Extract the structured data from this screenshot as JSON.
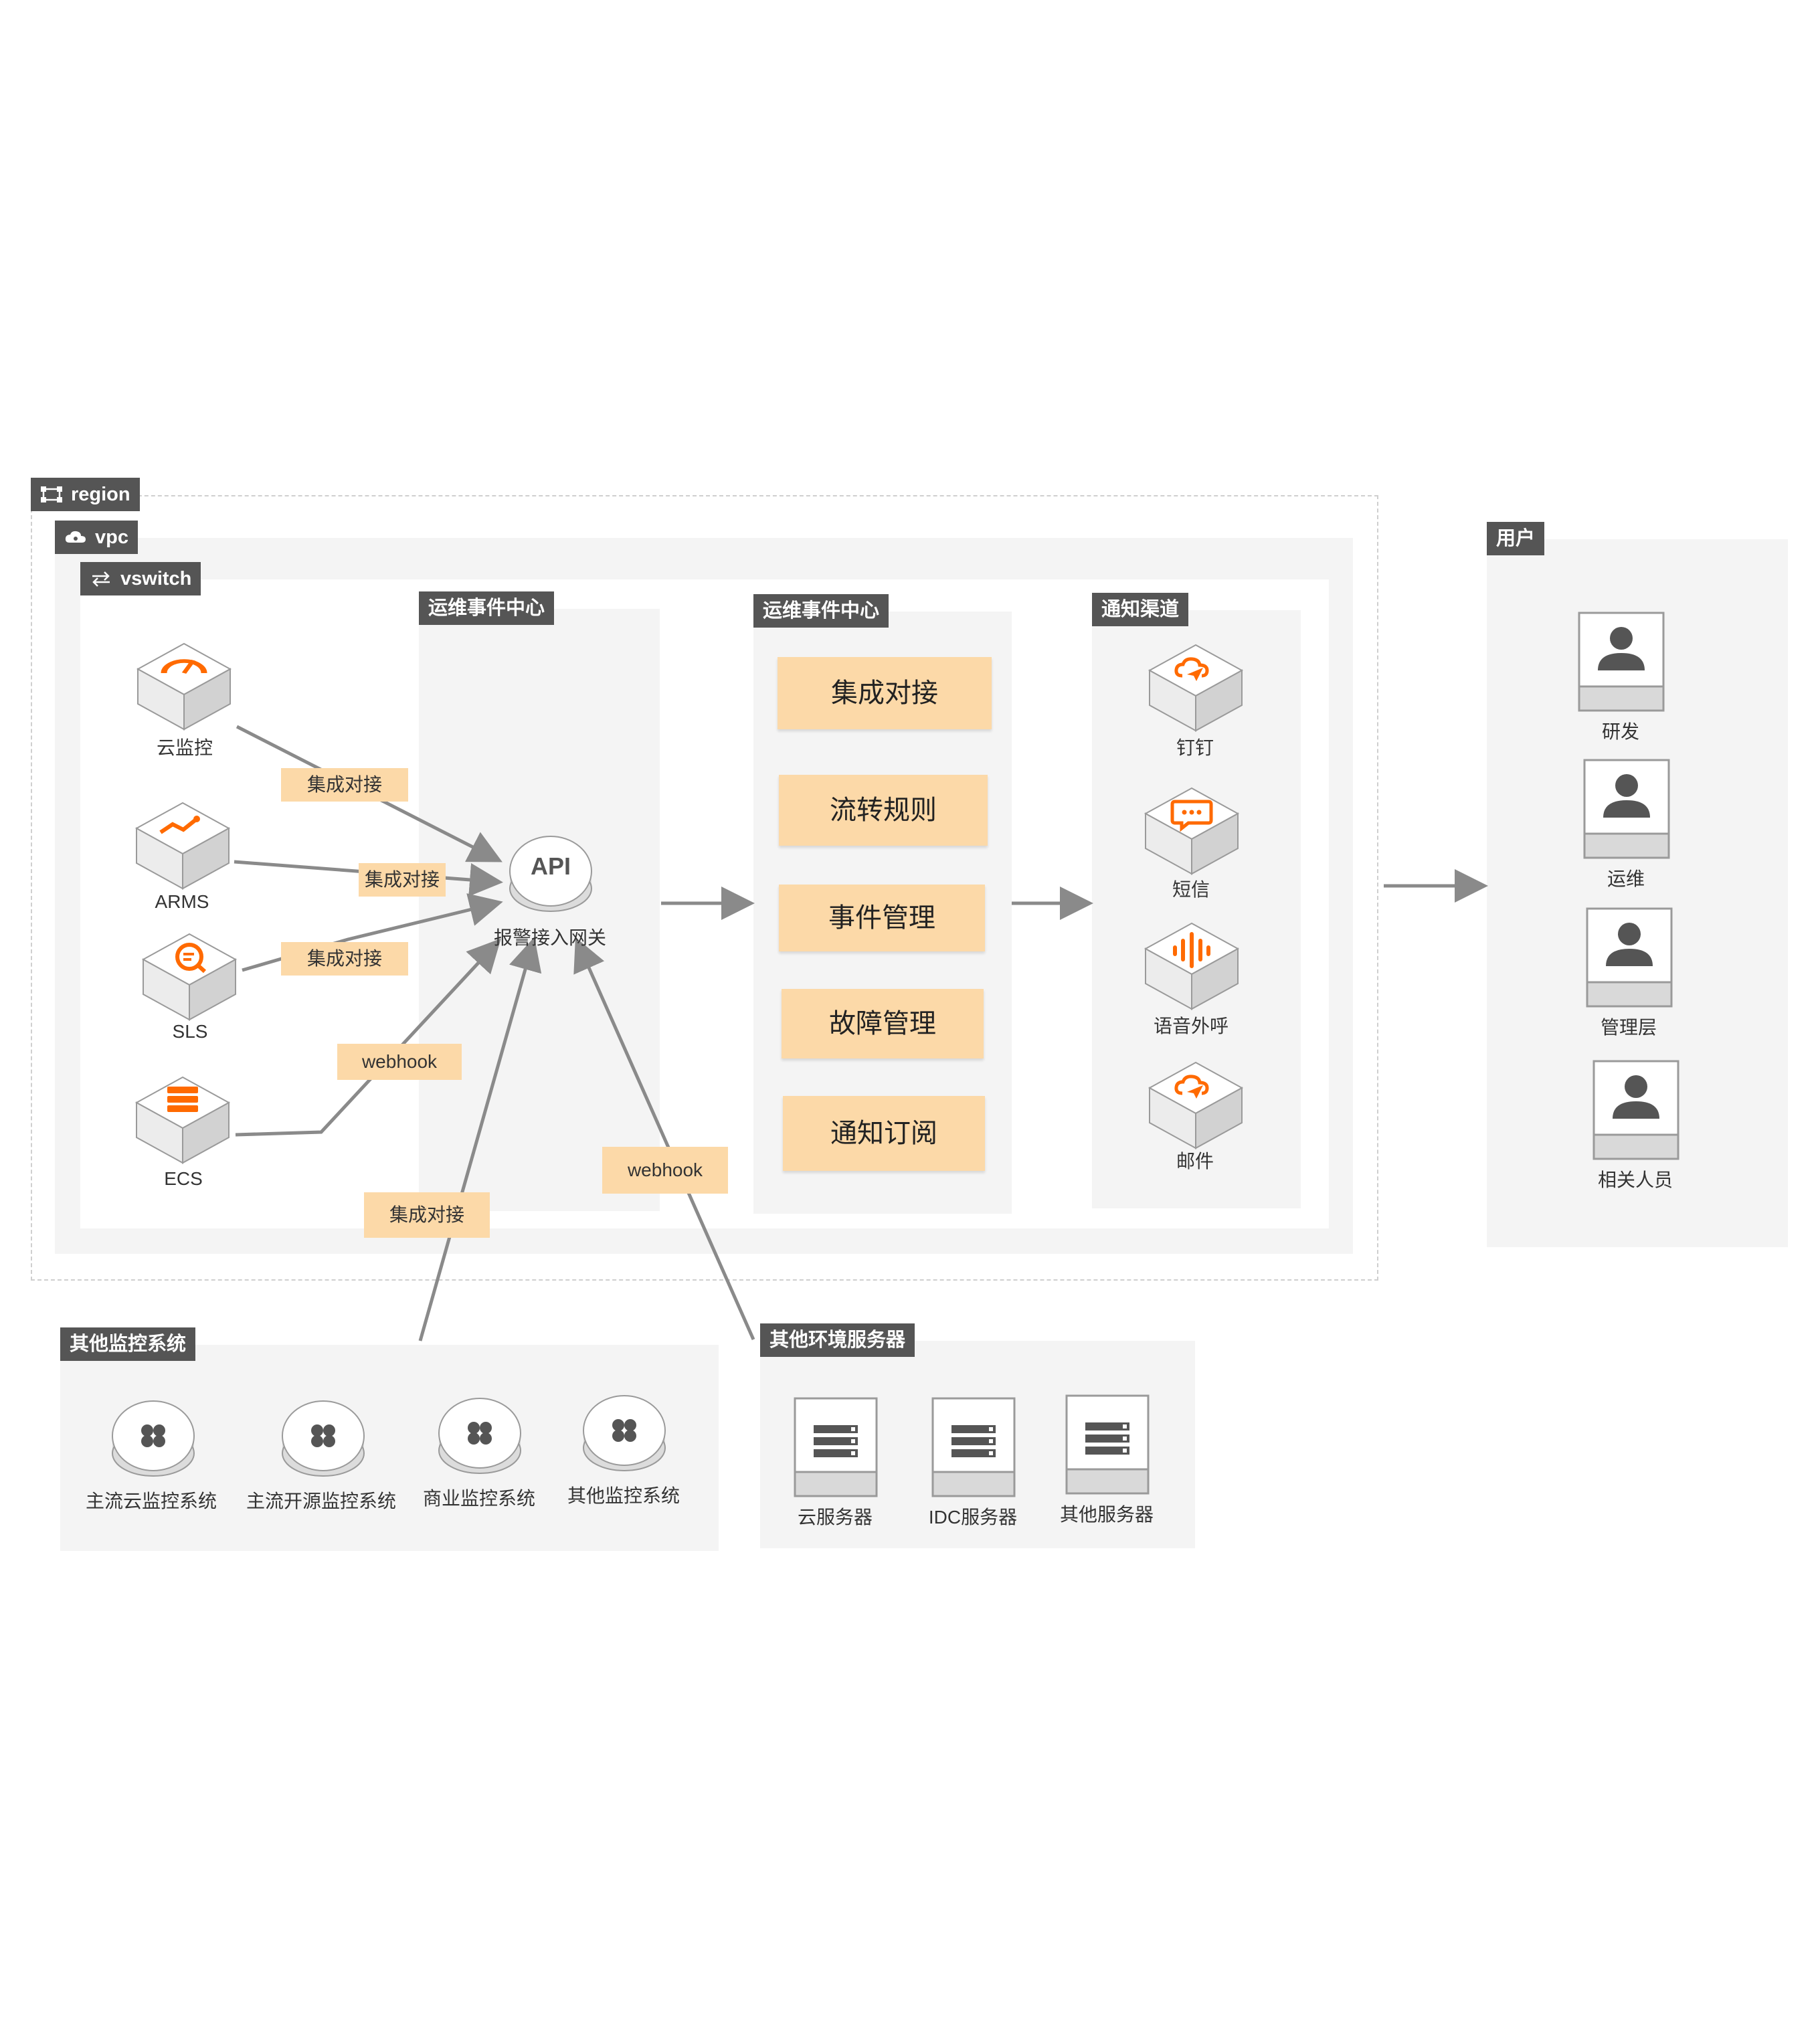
{
  "containers": {
    "region": "region",
    "vpc": "vpc",
    "vswitch": "vswitch"
  },
  "sections": {
    "gateway": "运维事件中心",
    "center": "运维事件中心",
    "notify": "通知渠道",
    "users": "用户",
    "other_monitor": "其他监控系统",
    "other_servers": "其他环境服务器"
  },
  "sources": [
    {
      "label": "云监控",
      "icon": "cloud-monitor-icon"
    },
    {
      "label": "ARMS",
      "icon": "arms-icon"
    },
    {
      "label": "SLS",
      "icon": "sls-icon"
    },
    {
      "label": "ECS",
      "icon": "ecs-icon"
    }
  ],
  "edge_labels": {
    "cms": "集成对接",
    "arms": "集成对接",
    "sls": "集成对接",
    "ecs": "webhook",
    "other_monitor": "集成对接",
    "other_servers": "webhook"
  },
  "gateway": {
    "icon_text": "API",
    "label": "报警接入网关"
  },
  "modules": [
    "集成对接",
    "流转规则",
    "事件管理",
    "故障管理",
    "通知订阅"
  ],
  "channels": [
    {
      "label": "钉钉",
      "icon": "dingtalk-icon"
    },
    {
      "label": "短信",
      "icon": "sms-icon"
    },
    {
      "label": "语音外呼",
      "icon": "voice-call-icon"
    },
    {
      "label": "邮件",
      "icon": "email-icon"
    }
  ],
  "users": [
    "研发",
    "运维",
    "管理层",
    "相关人员"
  ],
  "monitor_systems": [
    "主流云监控系统",
    "主流开源监控系统",
    "商业监控系统",
    "其他监控系统"
  ],
  "servers": [
    "云服务器",
    "IDC服务器",
    "其他服务器"
  ],
  "colors": {
    "accent": "#ff6a00",
    "label_bg": "#fcd9a8",
    "tag_bg": "#555555",
    "panel_bg": "#f4f4f4",
    "line": "#8a8a8a"
  }
}
